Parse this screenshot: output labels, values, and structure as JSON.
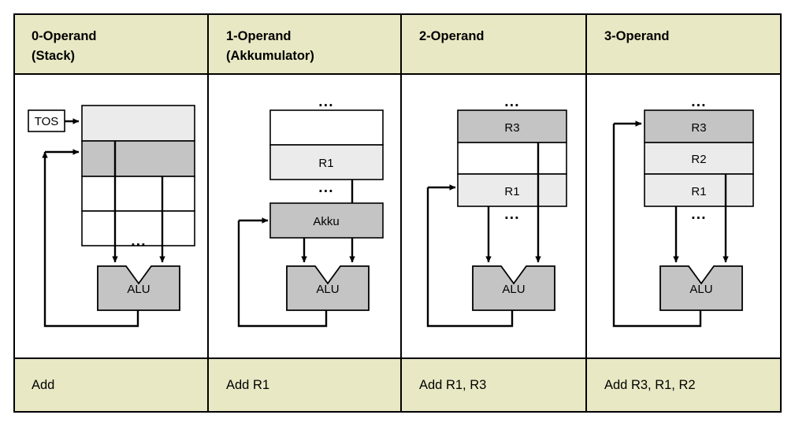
{
  "figure": {
    "title": "Operand-count instruction formats",
    "colors": {
      "header_bg": "#e8e8c4",
      "instruction_bg": "#e8e8c4",
      "cell_light": "#ebebeb",
      "cell_medium": "#c4c4c4",
      "cell_white": "#ffffff",
      "alu_fill": "#c4c4c4",
      "border": "#000000",
      "page_bg": "#ffffff"
    },
    "ellipsis": "...",
    "alu_label": "ALU",
    "tos_label": "TOS"
  },
  "columns": [
    {
      "id": "col-0-operand",
      "header_line1": "0-Operand",
      "header_line2": "(Stack)",
      "instruction": "Add",
      "pointer_label": "TOS",
      "has_top_ellipsis": false,
      "has_bottom_ellipsis": true,
      "cells": [
        {
          "label": "",
          "shade": "light"
        },
        {
          "label": "",
          "shade": "medium"
        },
        {
          "label": "",
          "shade": "white"
        },
        {
          "label": "",
          "shade": "white"
        }
      ],
      "extra_box": null
    },
    {
      "id": "col-1-operand",
      "header_line1": "1-Operand",
      "header_line2": "(Akkumulator)",
      "instruction": "Add   R1",
      "pointer_label": null,
      "has_top_ellipsis": true,
      "has_bottom_ellipsis": true,
      "cells": [
        {
          "label": "",
          "shade": "white"
        },
        {
          "label": "R1",
          "shade": "light"
        }
      ],
      "extra_box": {
        "label": "Akku",
        "shade": "medium"
      }
    },
    {
      "id": "col-2-operand",
      "header_line1": "2-Operand",
      "header_line2": "",
      "instruction": "Add   R1, R3",
      "pointer_label": null,
      "has_top_ellipsis": true,
      "has_bottom_ellipsis": true,
      "cells": [
        {
          "label": "R3",
          "shade": "medium"
        },
        {
          "label": "",
          "shade": "white"
        },
        {
          "label": "R1",
          "shade": "light"
        }
      ],
      "extra_box": null
    },
    {
      "id": "col-3-operand",
      "header_line1": "3-Operand",
      "header_line2": "",
      "instruction": "Add   R3, R1, R2",
      "pointer_label": null,
      "has_top_ellipsis": true,
      "has_bottom_ellipsis": true,
      "cells": [
        {
          "label": "R3",
          "shade": "medium"
        },
        {
          "label": "R2",
          "shade": "light"
        },
        {
          "label": "R1",
          "shade": "light"
        }
      ],
      "extra_box": null
    }
  ]
}
